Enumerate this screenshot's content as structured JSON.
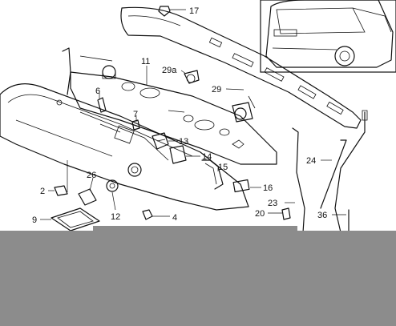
{
  "callouts": {
    "c17": "17",
    "c11": "11",
    "c29a": "29a",
    "c29": "29",
    "c6": "6",
    "c7": "7",
    "c13": "13",
    "c14": "14",
    "c15": "15",
    "c16": "16",
    "c24": "24",
    "c23": "23",
    "c20": "20",
    "c36": "36",
    "c2": "2",
    "c26": "26",
    "c12": "12",
    "c4": "4",
    "c9": "9"
  },
  "colors": {
    "line": "#111111",
    "band": "#8c8c8c",
    "background": "#ffffff"
  }
}
